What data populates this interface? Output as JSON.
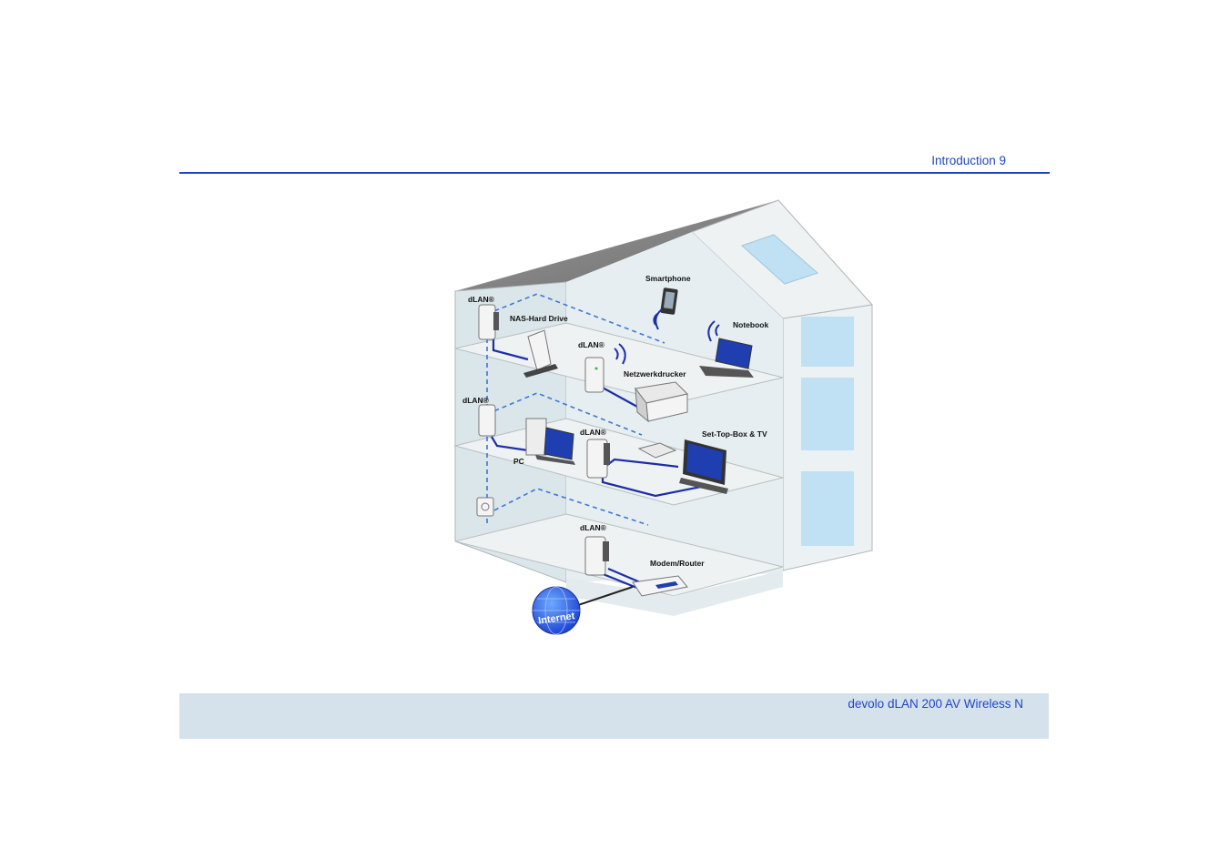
{
  "header": {
    "section": "Introduction 9"
  },
  "figure": {
    "labels": {
      "dlan_top": "dLAN®",
      "nas": "NAS-Hard Drive",
      "smartphone": "Smartphone",
      "notebook": "Notebook",
      "dlan_printer": "dLAN®",
      "printer": "Netzwerkdrucker",
      "dlan_mid": "dLAN®",
      "dlan_tv": "dLAN®",
      "settop": "Set-Top-Box & TV",
      "pc": "PC",
      "dlan_router": "dLAN®",
      "router": "Modem/Router",
      "internet": "Internet"
    },
    "colors": {
      "cable": "#1d2fa6",
      "dashed": "#3d78d4",
      "wall": "#dbe6ea",
      "window": "#bfe1f3"
    }
  },
  "footer": {
    "product": "devolo dLAN 200 AV Wireless N"
  }
}
